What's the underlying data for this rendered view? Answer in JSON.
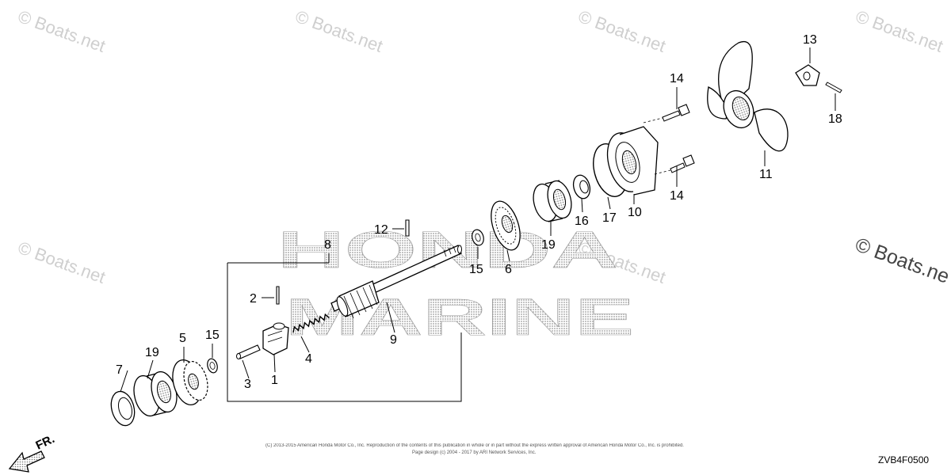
{
  "watermark": {
    "text": "© Boats.net",
    "corner_text": "© Boats.ne"
  },
  "brand_logo": {
    "line1": "HONDA",
    "line2": "MARINE",
    "color": "#bdbdbd"
  },
  "orientation_label": "FR.",
  "copyright_line1": "(C) 2013-2015 American Honda Motor Co., Inc. Reproduction of the contents of this publication in whole or in part without the express written approval of American Honda Motor Co., Inc. is prohibited.",
  "copyright_line2": "Page design (c) 2004 - 2017 by ARI Network Services, Inc.",
  "diagram_code": "ZVB4F0500",
  "callouts": {
    "c1": "1",
    "c2": "2",
    "c3": "3",
    "c4": "4",
    "c5": "5",
    "c6": "6",
    "c7": "7",
    "c8": "8",
    "c9": "9",
    "c10": "10",
    "c11": "11",
    "c12": "12",
    "c13": "13",
    "c14a": "14",
    "c14b": "14",
    "c15a": "15",
    "c15b": "15",
    "c16": "16",
    "c17": "17",
    "c18": "18",
    "c19a": "19",
    "c19b": "19"
  }
}
